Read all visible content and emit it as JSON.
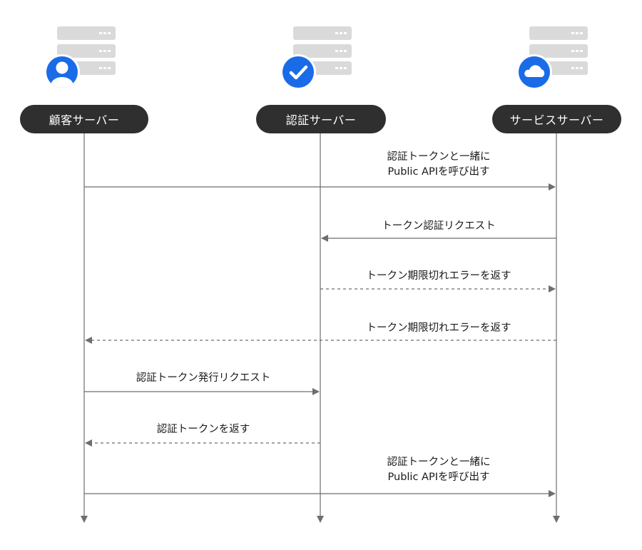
{
  "participants": [
    {
      "id": "customer",
      "label": "顧客サーバー",
      "badge_icon": "user-icon",
      "badge_color": "#1a6be8"
    },
    {
      "id": "auth",
      "label": "認証サーバー",
      "badge_icon": "check-icon",
      "badge_color": "#1a6be8"
    },
    {
      "id": "service",
      "label": "サービスサーバー",
      "badge_icon": "cloud-icon",
      "badge_color": "#1a6be8"
    }
  ],
  "messages": [
    {
      "from": "customer",
      "to": "service",
      "style": "solid",
      "lines": [
        "認証トークンと一緒に",
        "Public APIを呼び出す"
      ]
    },
    {
      "from": "service",
      "to": "auth",
      "style": "solid",
      "lines": [
        "トークン認証リクエスト"
      ]
    },
    {
      "from": "auth",
      "to": "service",
      "style": "dashed",
      "lines": [
        "トークン期限切れエラーを返す"
      ]
    },
    {
      "from": "service",
      "to": "customer",
      "style": "dashed",
      "lines": [
        "トークン期限切れエラーを返す"
      ]
    },
    {
      "from": "customer",
      "to": "auth",
      "style": "solid",
      "lines": [
        "認証トークン発行リクエスト"
      ]
    },
    {
      "from": "auth",
      "to": "customer",
      "style": "dashed",
      "lines": [
        "認証トークンを返す"
      ]
    },
    {
      "from": "customer",
      "to": "service",
      "style": "solid",
      "lines": [
        "認証トークンと一緒に",
        "Public APIを呼び出す"
      ]
    }
  ],
  "colors": {
    "server_rack": "#dadada",
    "label_bg": "#2f2f2f",
    "lifeline": "#6e6e6e",
    "arrow": "#6e6e6e"
  }
}
